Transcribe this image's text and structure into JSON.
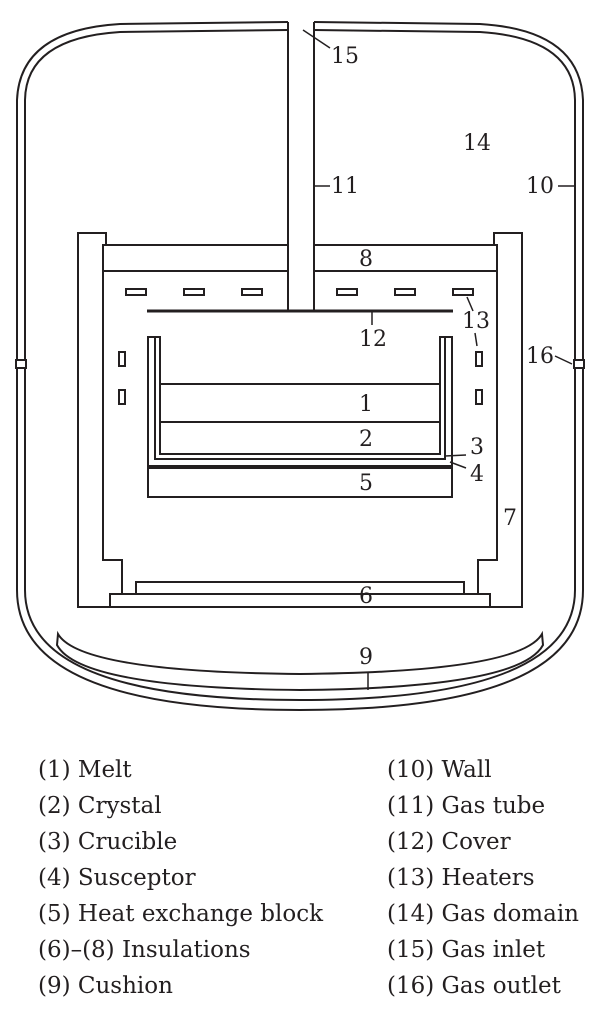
{
  "diagram": {
    "labels": {
      "melt": "1",
      "crystal": "2",
      "crucible": "3",
      "susceptor": "4",
      "heat_exchange_block": "5",
      "insulation_bottom": "6",
      "insulation_side": "7",
      "insulation_top": "8",
      "cushion": "9",
      "wall": "10",
      "gas_tube": "11",
      "cover": "12",
      "heaters": "13",
      "gas_domain": "14",
      "gas_inlet": "15",
      "gas_outlet": "16"
    }
  },
  "legend": {
    "left": [
      "(1) Melt",
      "(2) Crystal",
      "(3) Crucible",
      "(4) Susceptor",
      "(5) Heat exchange block",
      "(6)–(8) Insulations",
      "(9) Cushion"
    ],
    "right": [
      "(10) Wall",
      "(11) Gas tube",
      "(12) Cover",
      "(13) Heaters",
      "(14) Gas domain",
      "(15) Gas inlet",
      "(16) Gas outlet"
    ]
  }
}
